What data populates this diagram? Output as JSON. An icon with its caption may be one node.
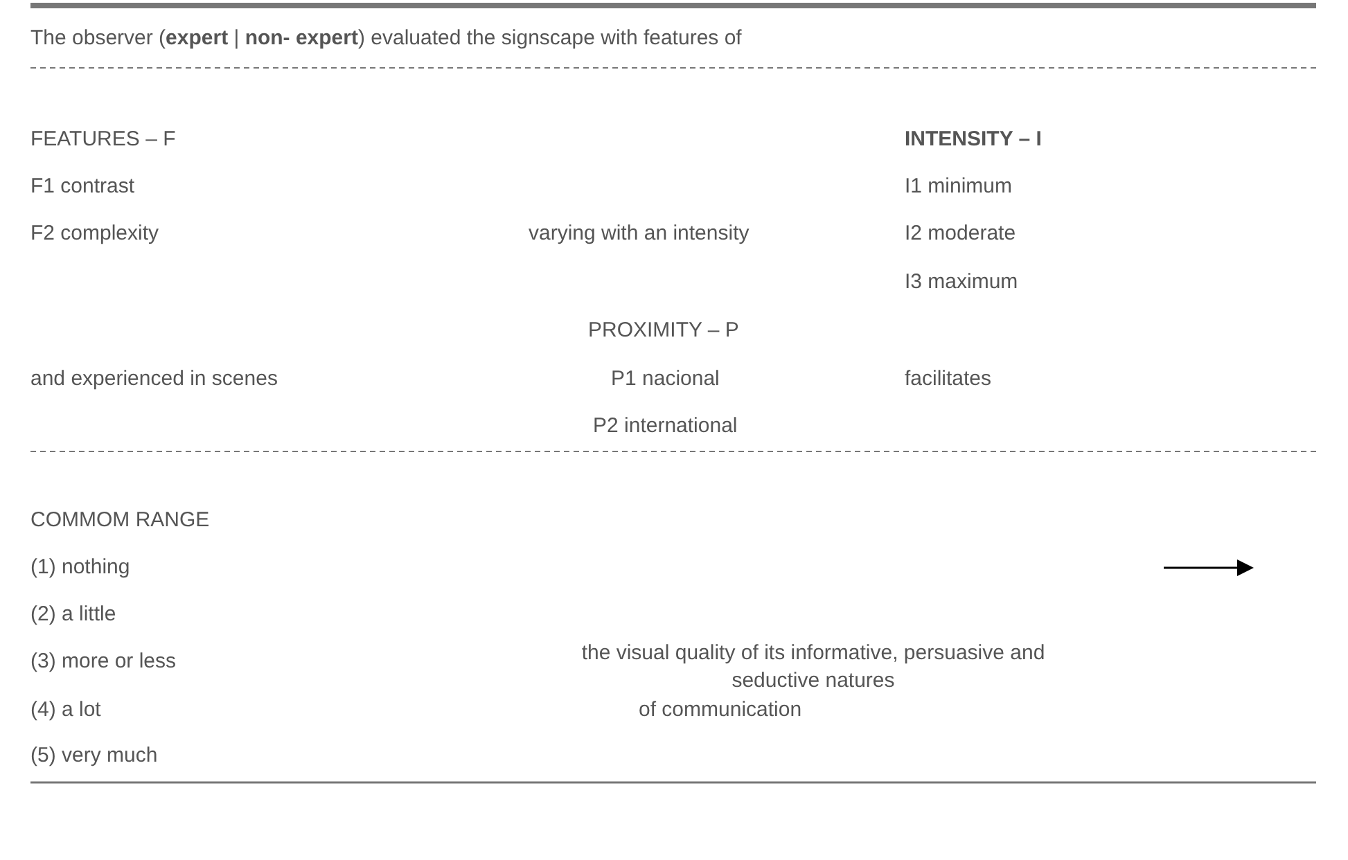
{
  "diagram": {
    "labels": [
      "The observer (**expert** | **non- expert**) evaluated the signscape with features of",
      "FEATURES – F",
      "INTENSITY – I",
      "F1 contrast",
      "I1 minimum",
      "F2 complexity",
      "varying with an intensity",
      "I2 moderate",
      "I3 maximum",
      "PROXIMITY – P",
      "and experienced in scenes",
      "P1 nacional",
      "facilitates",
      "P2 international",
      "COMMOM RANGE",
      "(1) nothing",
      "(2) a little",
      "(3) more or less",
      "the visual quality of its informative, persuasive and seductive natures",
      "(4) a lot",
      "of communication",
      "(5) very much"
    ]
  }
}
